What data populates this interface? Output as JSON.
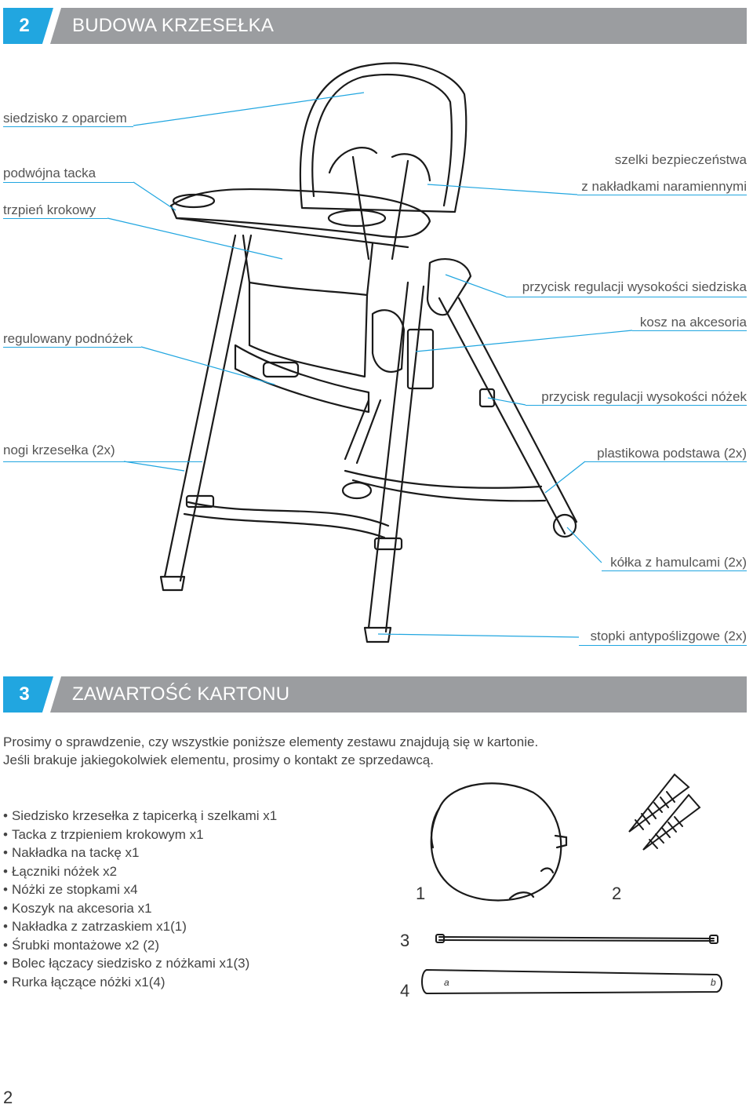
{
  "section2": {
    "number": "2",
    "title": "BUDOWA KRZESEŁKA"
  },
  "labels": {
    "seat": "siedzisko z oparciem",
    "tray": "podwójna tacka",
    "crotch": "trzpień krokowy",
    "footrest": "regulowany podnóżek",
    "legs": "nogi krzesełka (2x)",
    "harness_line1": "szelki bezpieczeństwa",
    "harness_line2": "z nakładkami naramiennymi",
    "seat_height": "przycisk regulacji wysokości siedziska",
    "basket": "kosz na akcesoria",
    "leg_height": "przycisk regulacji wysokości nóżek",
    "plastic_base": "plastikowa podstawa (2x)",
    "wheels": "kółka z hamulcami (2x)",
    "feet": "stopki antypoślizgowe (2x)"
  },
  "section3": {
    "number": "3",
    "title": "ZAWARTOŚĆ KARTONU"
  },
  "intro": {
    "line1": "Prosimy o sprawdzenie, czy wszystkie poniższe elementy zestawu znajdują się w kartonie.",
    "line2": "Jeśli brakuje jakiegokolwiek elementu, prosimy o kontakt ze sprzedawcą."
  },
  "items": [
    "Siedzisko krzesełka z tapicerką i szelkami x1",
    "Tacka z trzpieniem krokowym x1",
    "Nakładka na tackę x1",
    "Łączniki nóżek x2",
    "Nóżki ze stopkami x4",
    "Koszyk na akcesoria x1",
    "Nakładka z zatrzaskiem x1(1)",
    "Śrubki montażowe x2 (2)",
    "Bolec łączacy siedzisko z nóżkami x1(3)",
    "Rurka łączące nóżki x1(4)"
  ],
  "parts": {
    "p1": "1",
    "p2": "2",
    "p3": "3",
    "p4": "4",
    "tube_mark_a": "a",
    "tube_mark_b": "b"
  },
  "page_number": "2",
  "colors": {
    "accent": "#21a6e0",
    "header_grey": "#9b9da0"
  }
}
